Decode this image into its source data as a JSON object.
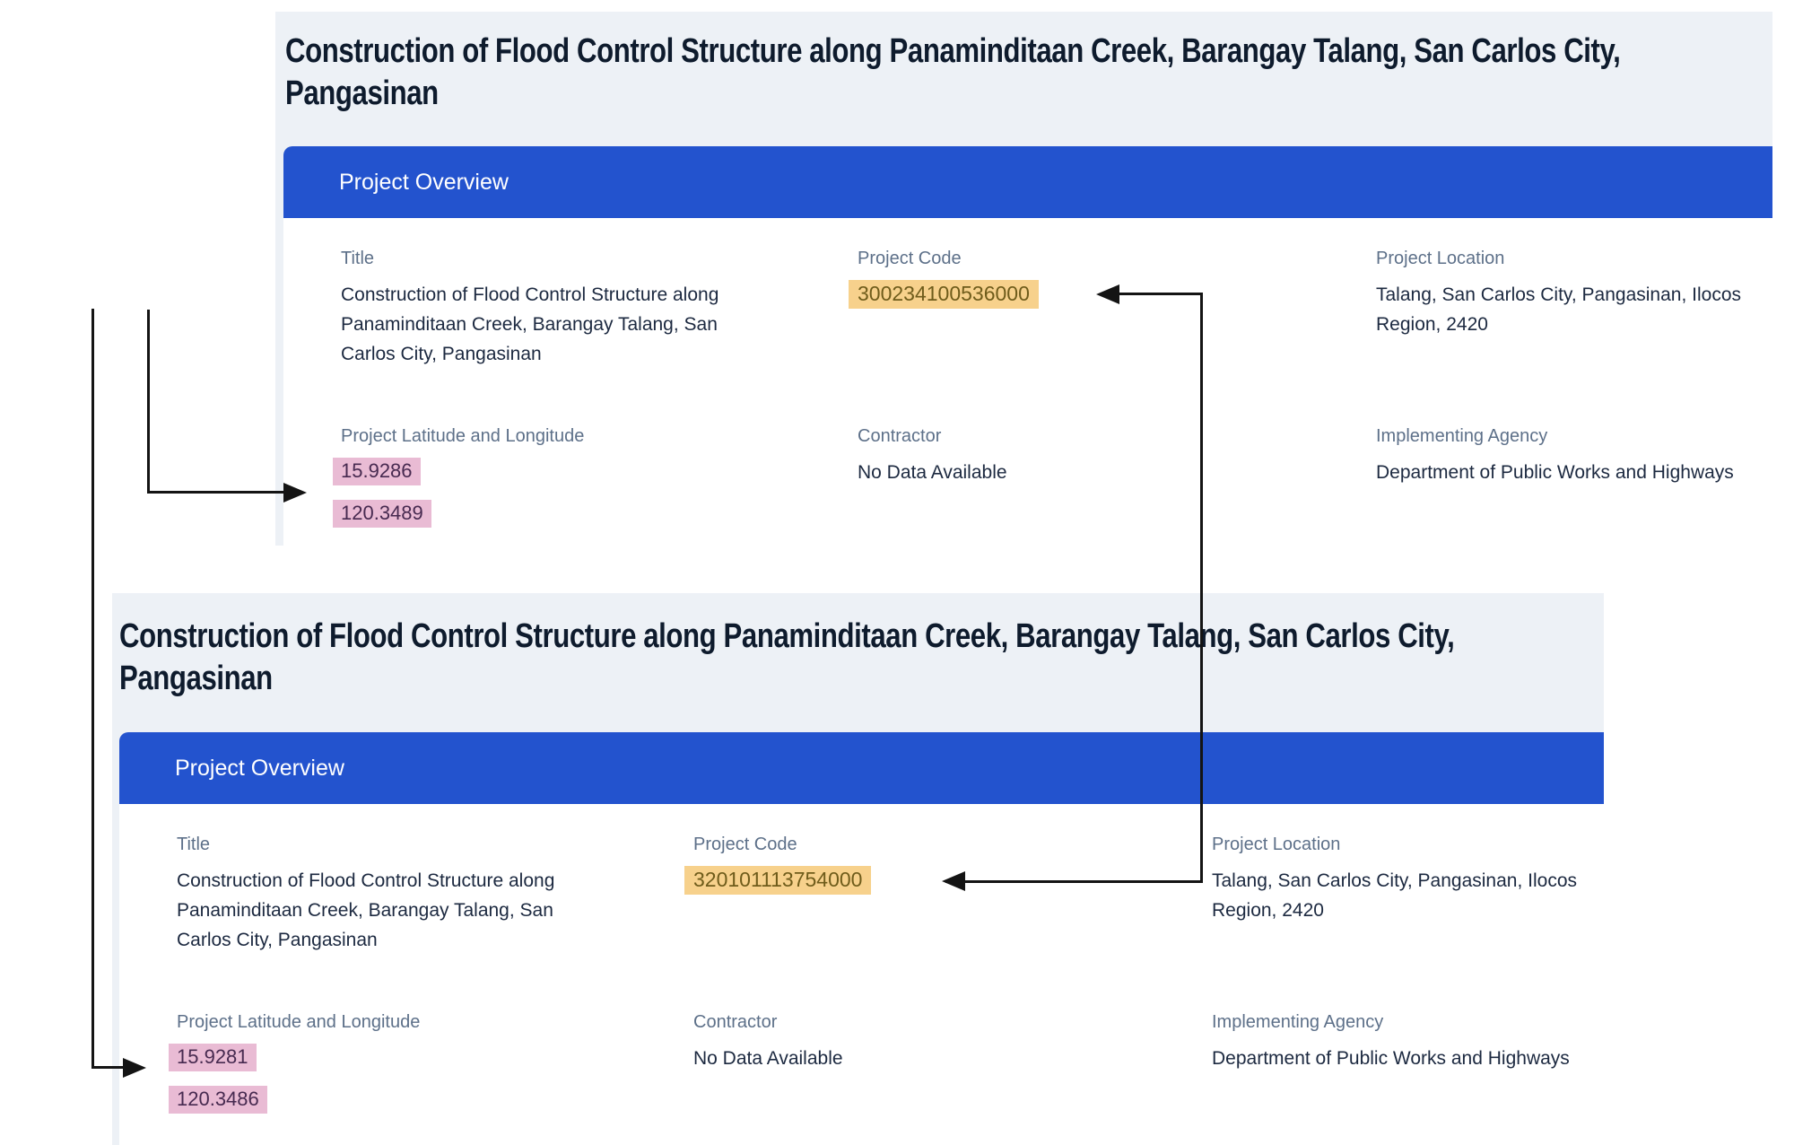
{
  "colors": {
    "section_background": "#edf1f6",
    "card_header_blue": "#2353ce",
    "label_text": "#5d7089",
    "value_text": "#1c2940",
    "heading_text": "#0e1b2d",
    "project_code_highlight_bg": "#f7d18c",
    "project_code_highlight_text": "#6f5c1b",
    "coordinate_highlight_bg": "#e9bbd4",
    "coordinate_highlight_text": "#472a50",
    "annotation_arrow": "#141414"
  },
  "cards": [
    {
      "title_lines": [
        "Construction of Flood Control Structure along Panaminditaan Creek, Barangay Talang, San Carlos City,",
        "Pangasinan"
      ],
      "header": "Project Overview",
      "fields": {
        "title": {
          "label": "Title",
          "value": "Construction of Flood Control Structure along Panaminditaan Creek, Barangay Talang, San Carlos City, Pangasinan"
        },
        "project_code": {
          "label": "Project Code",
          "value": "300234100536000"
        },
        "project_location": {
          "label": "Project Location",
          "value": "Talang, San Carlos City, Pangasinan, Ilocos Region, 2420"
        },
        "lat_long": {
          "label": "Project Latitude and Longitude",
          "latitude": "15.9286",
          "longitude": "120.3489"
        },
        "contractor": {
          "label": "Contractor",
          "value": "No Data Available"
        },
        "implementing_agency": {
          "label": "Implementing Agency",
          "value": "Department of Public Works and Highways"
        }
      }
    },
    {
      "title_lines": [
        "Construction of Flood Control Structure along Panaminditaan Creek, Barangay Talang, San Carlos City,",
        "Pangasinan"
      ],
      "header": "Project Overview",
      "fields": {
        "title": {
          "label": "Title",
          "value": "Construction of Flood Control Structure along Panaminditaan Creek, Barangay Talang, San Carlos City, Pangasinan"
        },
        "project_code": {
          "label": "Project Code",
          "value": "320101113754000"
        },
        "project_location": {
          "label": "Project Location",
          "value": "Talang, San Carlos City, Pangasinan, Ilocos Region, 2420"
        },
        "lat_long": {
          "label": "Project Latitude and Longitude",
          "latitude": "15.9281",
          "longitude": "120.3486"
        },
        "contractor": {
          "label": "Contractor",
          "value": "No Data Available"
        },
        "implementing_agency": {
          "label": "Implementing Agency",
          "value": "Department of Public Works and Highways"
        }
      }
    }
  ]
}
